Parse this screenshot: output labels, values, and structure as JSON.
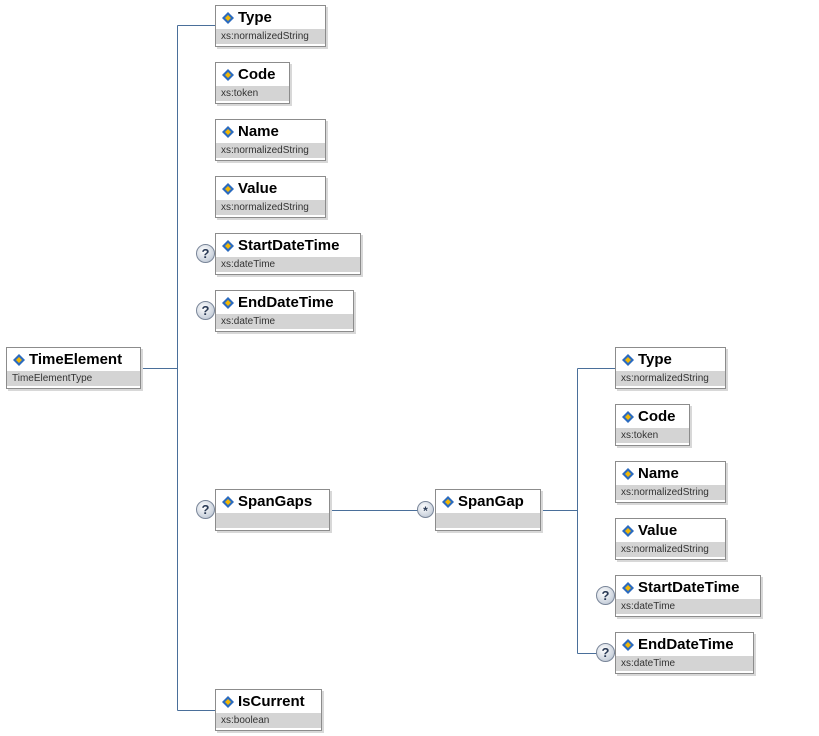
{
  "nodes": {
    "time_element": {
      "name": "TimeElement",
      "type": "TimeElementType"
    },
    "type1": {
      "name": "Type",
      "type": "xs:normalizedString"
    },
    "code1": {
      "name": "Code",
      "type": "xs:token"
    },
    "name1": {
      "name": "Name",
      "type": "xs:normalizedString"
    },
    "value1": {
      "name": "Value",
      "type": "xs:normalizedString"
    },
    "start1": {
      "name": "StartDateTime",
      "type": "xs:dateTime"
    },
    "end1": {
      "name": "EndDateTime",
      "type": "xs:dateTime"
    },
    "span_gaps": {
      "name": "SpanGaps",
      "type": ""
    },
    "is_current": {
      "name": "IsCurrent",
      "type": "xs:boolean"
    },
    "span_gap": {
      "name": "SpanGap",
      "type": ""
    },
    "type2": {
      "name": "Type",
      "type": "xs:normalizedString"
    },
    "code2": {
      "name": "Code",
      "type": "xs:token"
    },
    "name2": {
      "name": "Name",
      "type": "xs:normalizedString"
    },
    "value2": {
      "name": "Value",
      "type": "xs:normalizedString"
    },
    "start2": {
      "name": "StartDateTime",
      "type": "xs:dateTime"
    },
    "end2": {
      "name": "EndDateTime",
      "type": "xs:dateTime"
    }
  },
  "markers": {
    "optional": "?",
    "unbounded": "*"
  },
  "icons": {
    "element": "element-icon",
    "optional": "optional-occurrence-icon",
    "unbounded": "unbounded-occurrence-icon"
  },
  "colors": {
    "connector": "#4a6f9a",
    "type_band": "#d4d4d4",
    "border": "#8c8c8c",
    "icon_blue": "#2b6bbf",
    "icon_yellow": "#f2b705"
  }
}
